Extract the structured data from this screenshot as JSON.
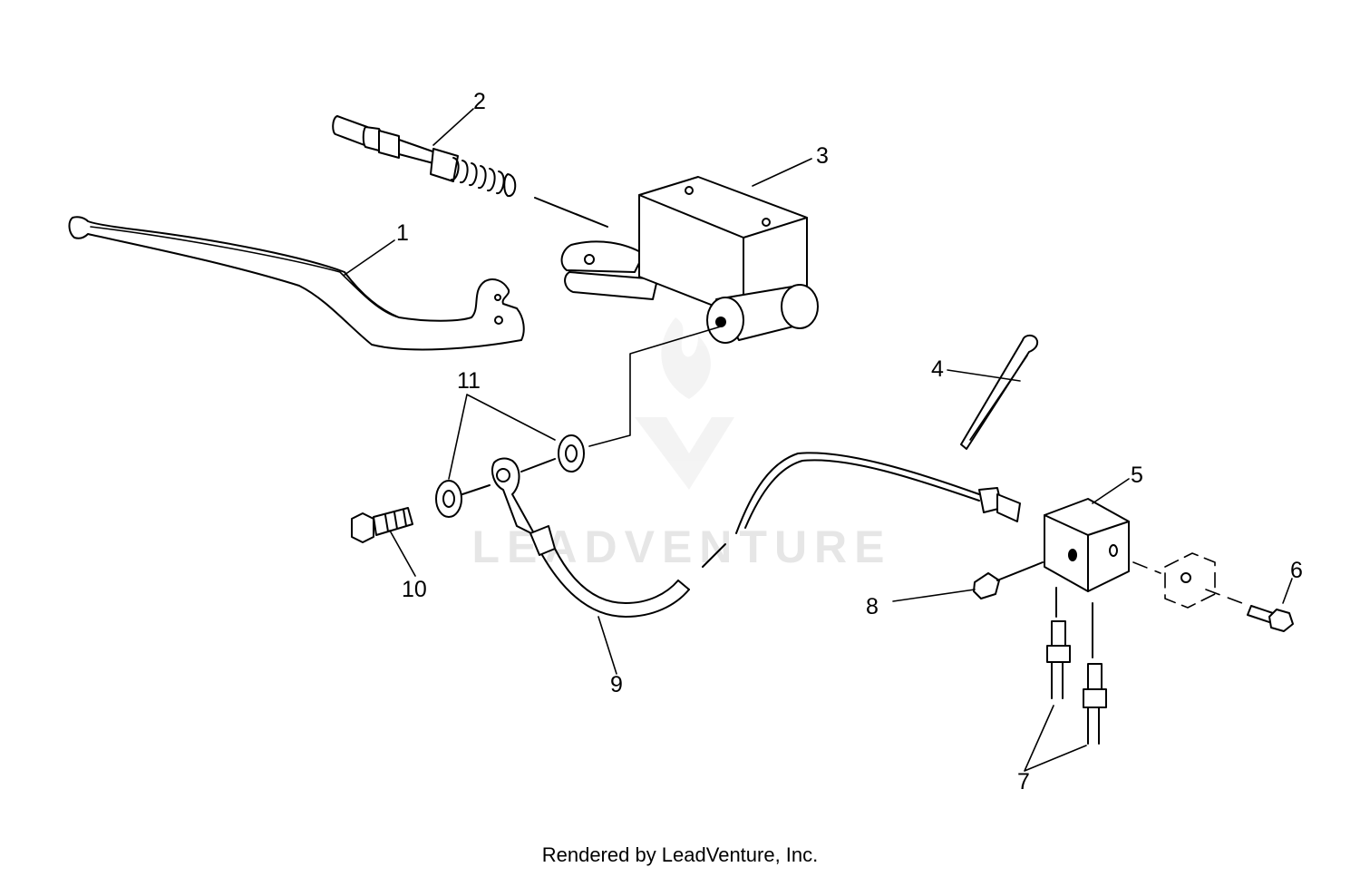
{
  "watermark": {
    "text": "LEADVENTURE"
  },
  "footer": {
    "text": "Rendered by LeadVenture, Inc."
  },
  "callouts": {
    "c1": "1",
    "c2": "2",
    "c3": "3",
    "c4": "4",
    "c5": "5",
    "c6": "6",
    "c7": "7",
    "c8": "8",
    "c9": "9",
    "c10": "10",
    "c11": "11"
  },
  "colors": {
    "line": "#000000",
    "watermark": "#e6e6e6",
    "background": "#ffffff"
  }
}
